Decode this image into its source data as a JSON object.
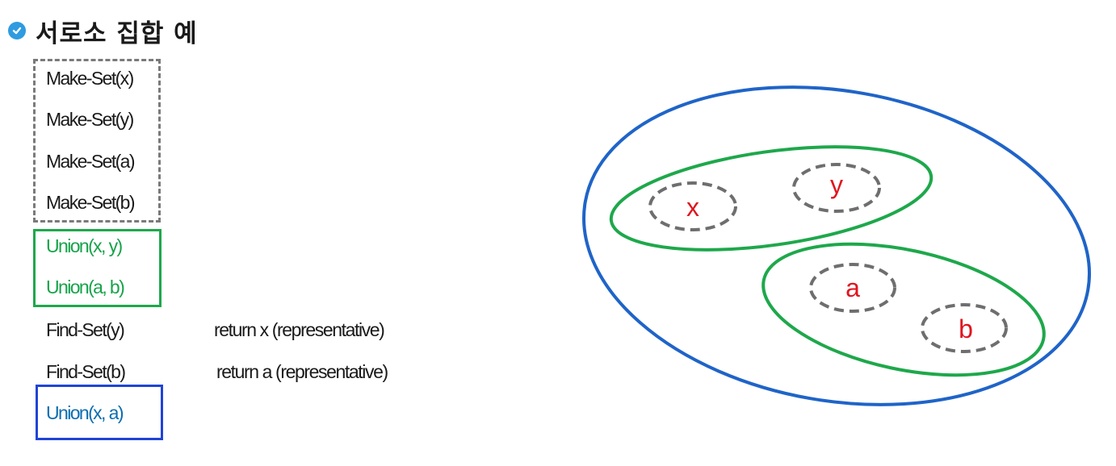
{
  "heading": {
    "title": "서로소 집합 예",
    "icon": "check-circle-icon"
  },
  "operations": {
    "make_set": [
      "Make-Set(x)",
      "Make-Set(y)",
      "Make-Set(a)",
      "Make-Set(b)"
    ],
    "union_first": [
      "Union(x, y)",
      "Union(a, b)"
    ],
    "find_set": [
      {
        "call": "Find-Set(y)",
        "result": "return  x  (representative)"
      },
      {
        "call": "Find-Set(b)",
        "result": "return  a  (representative)"
      }
    ],
    "union_second": "Union(x, a)"
  },
  "diagram": {
    "elements": [
      "x",
      "y",
      "a",
      "b"
    ]
  },
  "colors": {
    "make_set_border": "#7a7a7a",
    "union_green": "#1ea84b",
    "union_blue": "#1f44d8",
    "element_text": "#e0141e",
    "heading_icon": "#2f9be0"
  }
}
